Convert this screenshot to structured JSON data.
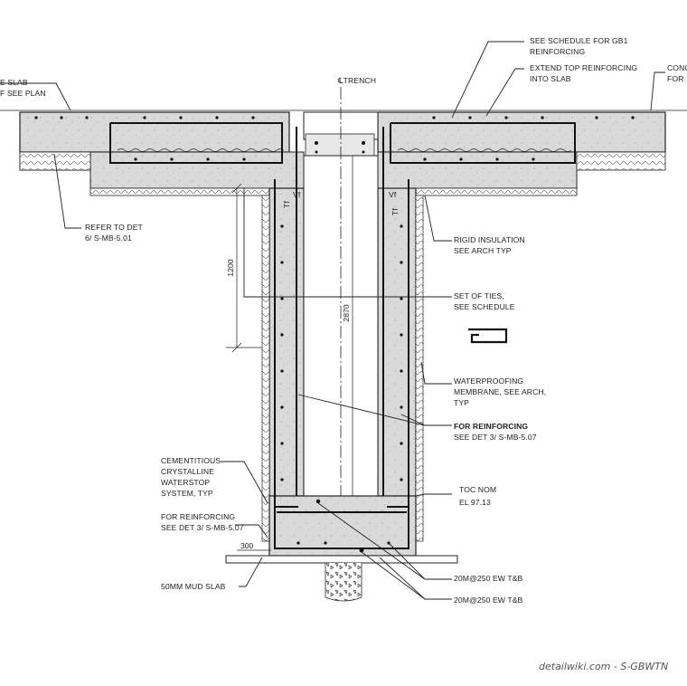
{
  "labels": {
    "top_left": [
      "E SLAB",
      "F SEE PLAN"
    ],
    "schedule_gb1": [
      "SEE SCHEDULE FOR GB1",
      "REINFORCING"
    ],
    "extend_top": [
      "EXTEND TOP REINFORCING",
      "INTO SLAB"
    ],
    "top_right": [
      "CONC",
      "FOR"
    ],
    "trench_cl": "℄TRENCH",
    "refer_det": [
      "REFER TO DET",
      "6/ S-MB-5.01"
    ],
    "rigid_insulation": [
      "RIGID INSULATION",
      "SEE ARCH TYP"
    ],
    "set_of_ties": [
      "SET OF TIES,",
      "SEE SCHEDULE"
    ],
    "waterproofing": [
      "WATERPROOFING",
      "MEMBRANE, SEE ARCH,",
      "TYP"
    ],
    "for_reinforcing_right": [
      "FOR REINFORCING",
      "SEE DET 3/ S-MB-5.07"
    ],
    "cementitious": [
      "CEMENTITIOUS",
      "CRYSTALLINE",
      "WATERSTOP",
      "SYSTEM, TYP"
    ],
    "toc": [
      "TOC NOM",
      "EL 97.13"
    ],
    "for_reinforcing_left": [
      "FOR REINFORCING",
      "SEE DET 3/ S-MB-5.07"
    ],
    "mud_slab": "50MM MUD SLAB",
    "bar_upper": "20M@250 EW T&B",
    "bar_lower": "20M@250 EW T&B",
    "vf_left": "Vf",
    "vf_right": "Vf",
    "tf_left": "Tf",
    "tf_right": "Tf"
  },
  "dimensions": {
    "dim_1200": "1200",
    "dim_2870": "2870",
    "dim_300": "300"
  },
  "watermark": "detailwiki.com - S-GBWTN",
  "colors": {
    "concrete": "#d9d9d9",
    "line": "#222222",
    "paper": "#ffffff"
  }
}
